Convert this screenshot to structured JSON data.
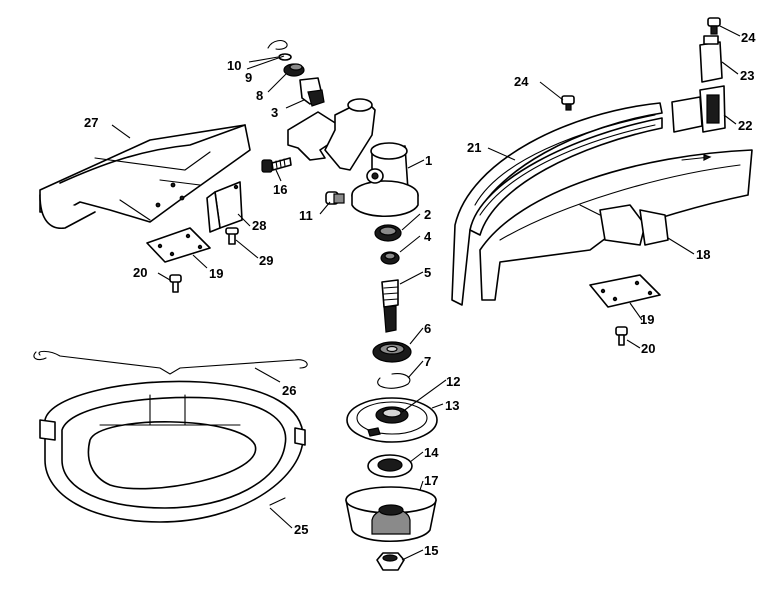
{
  "callouts": [
    {
      "id": "c1",
      "label": "1"
    },
    {
      "id": "c2",
      "label": "2"
    },
    {
      "id": "c3",
      "label": "3"
    },
    {
      "id": "c4",
      "label": "4"
    },
    {
      "id": "c5",
      "label": "5"
    },
    {
      "id": "c6",
      "label": "6"
    },
    {
      "id": "c7",
      "label": "7"
    },
    {
      "id": "c8",
      "label": "8"
    },
    {
      "id": "c9",
      "label": "9"
    },
    {
      "id": "c10",
      "label": "10"
    },
    {
      "id": "c11",
      "label": "11"
    },
    {
      "id": "c12",
      "label": "12"
    },
    {
      "id": "c13",
      "label": "13"
    },
    {
      "id": "c14",
      "label": "14"
    },
    {
      "id": "c15",
      "label": "15"
    },
    {
      "id": "c16",
      "label": "16"
    },
    {
      "id": "c17",
      "label": "17"
    },
    {
      "id": "c18",
      "label": "18"
    },
    {
      "id": "c19a",
      "label": "19"
    },
    {
      "id": "c19b",
      "label": "19"
    },
    {
      "id": "c20a",
      "label": "20"
    },
    {
      "id": "c20b",
      "label": "20"
    },
    {
      "id": "c21",
      "label": "21"
    },
    {
      "id": "c22",
      "label": "22"
    },
    {
      "id": "c23",
      "label": "23"
    },
    {
      "id": "c24a",
      "label": "24"
    },
    {
      "id": "c24b",
      "label": "24"
    },
    {
      "id": "c25",
      "label": "25"
    },
    {
      "id": "c26",
      "label": "26"
    },
    {
      "id": "c27",
      "label": "27"
    },
    {
      "id": "c28",
      "label": "28"
    },
    {
      "id": "c29",
      "label": "29"
    }
  ]
}
